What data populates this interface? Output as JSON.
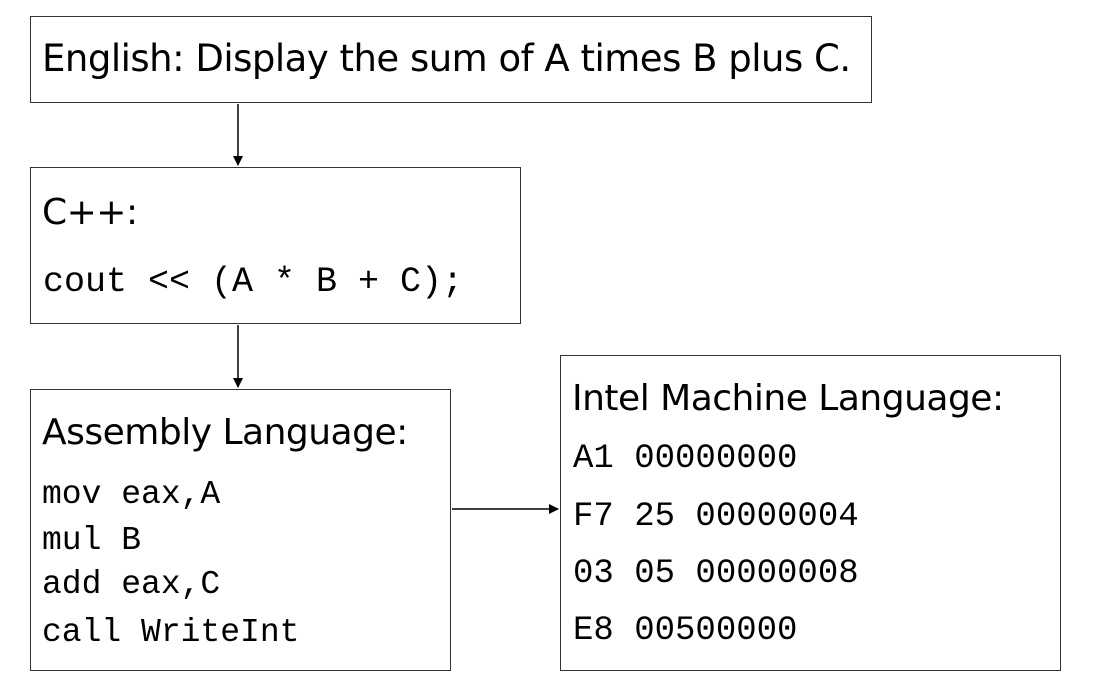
{
  "english": {
    "text": "English: Display the sum of A times B plus C."
  },
  "cpp": {
    "heading": "C++:",
    "code": "cout << (A * B + C);"
  },
  "assembly": {
    "heading": "Assembly Language:",
    "lines": [
      "mov eax,A",
      "mul B",
      "add eax,C",
      "call WriteInt"
    ]
  },
  "machine": {
    "heading": "Intel Machine Language:",
    "lines": [
      "A1 00000000",
      "F7 25 00000004",
      "03 05 00000008",
      "E8 00500000"
    ]
  }
}
